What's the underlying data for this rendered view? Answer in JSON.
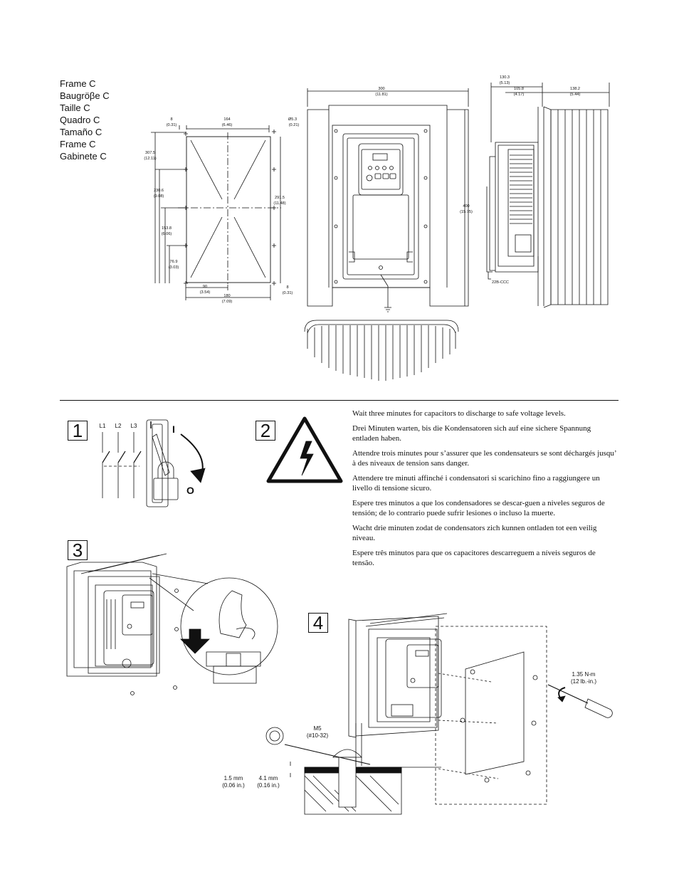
{
  "frame_labels": [
    "Frame C",
    "Baugröβe C",
    "Taille C",
    "Quadro C",
    "Tamaño C",
    "Frame C",
    "Gabinete C"
  ],
  "mount_dims": {
    "d8_top": "8",
    "d8_top_in": "(0.31)",
    "d164": "164",
    "d164_in": "(6.46)",
    "hole": "Ø5.3",
    "hole_in": "(0.21)",
    "d307": "307.5",
    "d307_in": "(12.11)",
    "d230": "230.6",
    "d230_in": "(9.08)",
    "d291": "291.5",
    "d291_in": "(11.48)",
    "d153": "153.8",
    "d153_in": "(6.06)",
    "d76": "76.9",
    "d76_in": "(3.03)",
    "d90": "90",
    "d90_in": "(3.54)",
    "d180": "180",
    "d180_in": "(7.09)",
    "d8_bot": "8",
    "d8_bot_in": "(0.31)"
  },
  "front_dims": {
    "w": "300",
    "w_in": "(11.81)",
    "h": "400",
    "h_in": "(15.75)"
  },
  "side_dims": {
    "d130": "130.3",
    "d130_in": "(5.13)",
    "d105": "105.8",
    "d105_in": "(4.17)",
    "d138": "138.2",
    "d138_in": "(5.44)",
    "model": "22B-CCC"
  },
  "steps": {
    "s1": "1",
    "s2": "2",
    "s3": "3",
    "s4": "4"
  },
  "switch": {
    "l1": "L1",
    "l2": "L2",
    "l3": "L3",
    "on": "I",
    "off": "O"
  },
  "warnings": [
    "Wait three minutes for capacitors to discharge to safe voltage levels.",
    "Drei Minuten warten, bis die Kondensatoren sich auf eine sichere Spannung entladen haben.",
    "Attendre trois minutes pour s’assurer que les condensateurs se sont déchargés jusqu’ à des niveaux de tension sans danger.",
    "Attendere tre minuti affinché i condensatori si scarichino fino a raggiungere un livello di tensione sicuro.",
    "Espere tres minutos a que los condensadores se descar-guen a niveles seguros de tensión; de lo contrario puede sufrir lesiones o incluso la muerte.",
    "Wacht drie minuten zodat de condensators zich kunnen ontladen tot een veilig niveau.",
    "Espere três minutos para que os capacitores descarreguem a níveis seguros de tensão."
  ],
  "step4": {
    "torque": "1.35 N-m",
    "torque_in": "(12 lb.-in.)",
    "screw": "M5",
    "screw_in": "(#10-32)",
    "d15": "1.5 mm",
    "d15_in": "(0.06 in.)",
    "d41": "4.1 mm",
    "d41_in": "(0.16 in.)"
  }
}
